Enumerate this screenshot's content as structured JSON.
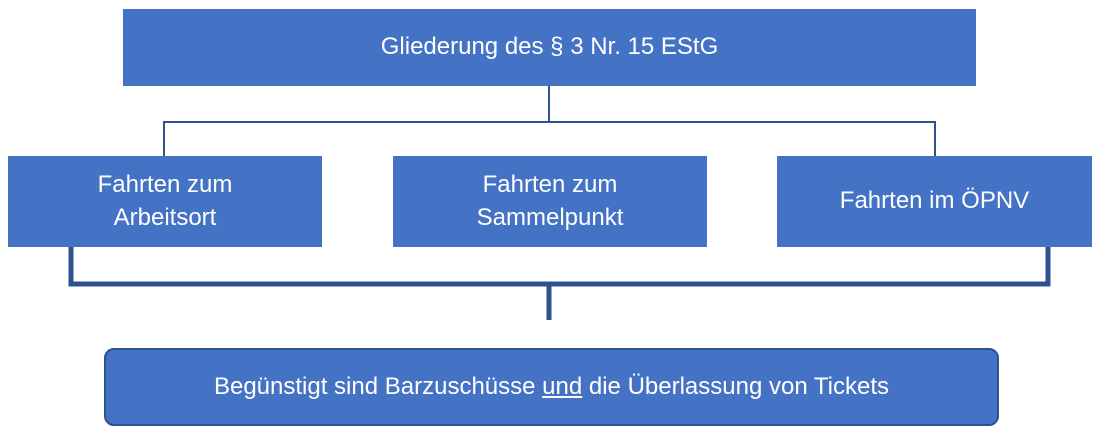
{
  "diagram": {
    "title": "Gliederung des § 3 Nr. 15 EStG",
    "categories": [
      {
        "line1": "Fahrten zum",
        "line2": "Arbeitsort"
      },
      {
        "line1": "Fahrten zum",
        "line2": "Sammelpunkt"
      },
      {
        "line1": "Fahrten im ÖPNV"
      }
    ],
    "result": {
      "before": "Begünstigt sind Barzuschüsse ",
      "emphasis": "und",
      "after": " die Überlassung von Tickets"
    },
    "colors": {
      "box_fill": "#4472C4",
      "line": "#2F528F",
      "text": "#FFFFFF"
    }
  }
}
